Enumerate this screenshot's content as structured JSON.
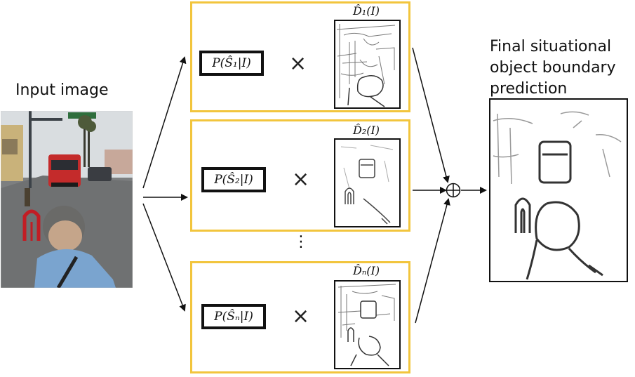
{
  "labels": {
    "input": "Input image",
    "final_lines": [
      "Final situational",
      "object boundary",
      "prediction"
    ],
    "times": "×",
    "ellipsis": "⋮"
  },
  "branches": [
    {
      "prob": "P(Ŝ₁|I)",
      "d": "D̂₁(I)"
    },
    {
      "prob": "P(Ŝ₂|I)",
      "d": "D̂₂(I)"
    },
    {
      "prob": "P(Ŝₙ|I)",
      "d": "D̂ₙ(I)"
    }
  ],
  "colors": {
    "panel_border": "#f2c53d",
    "box_border": "#111111",
    "arrow": "#111111"
  },
  "icons": {
    "combine": "circled-plus-icon"
  }
}
